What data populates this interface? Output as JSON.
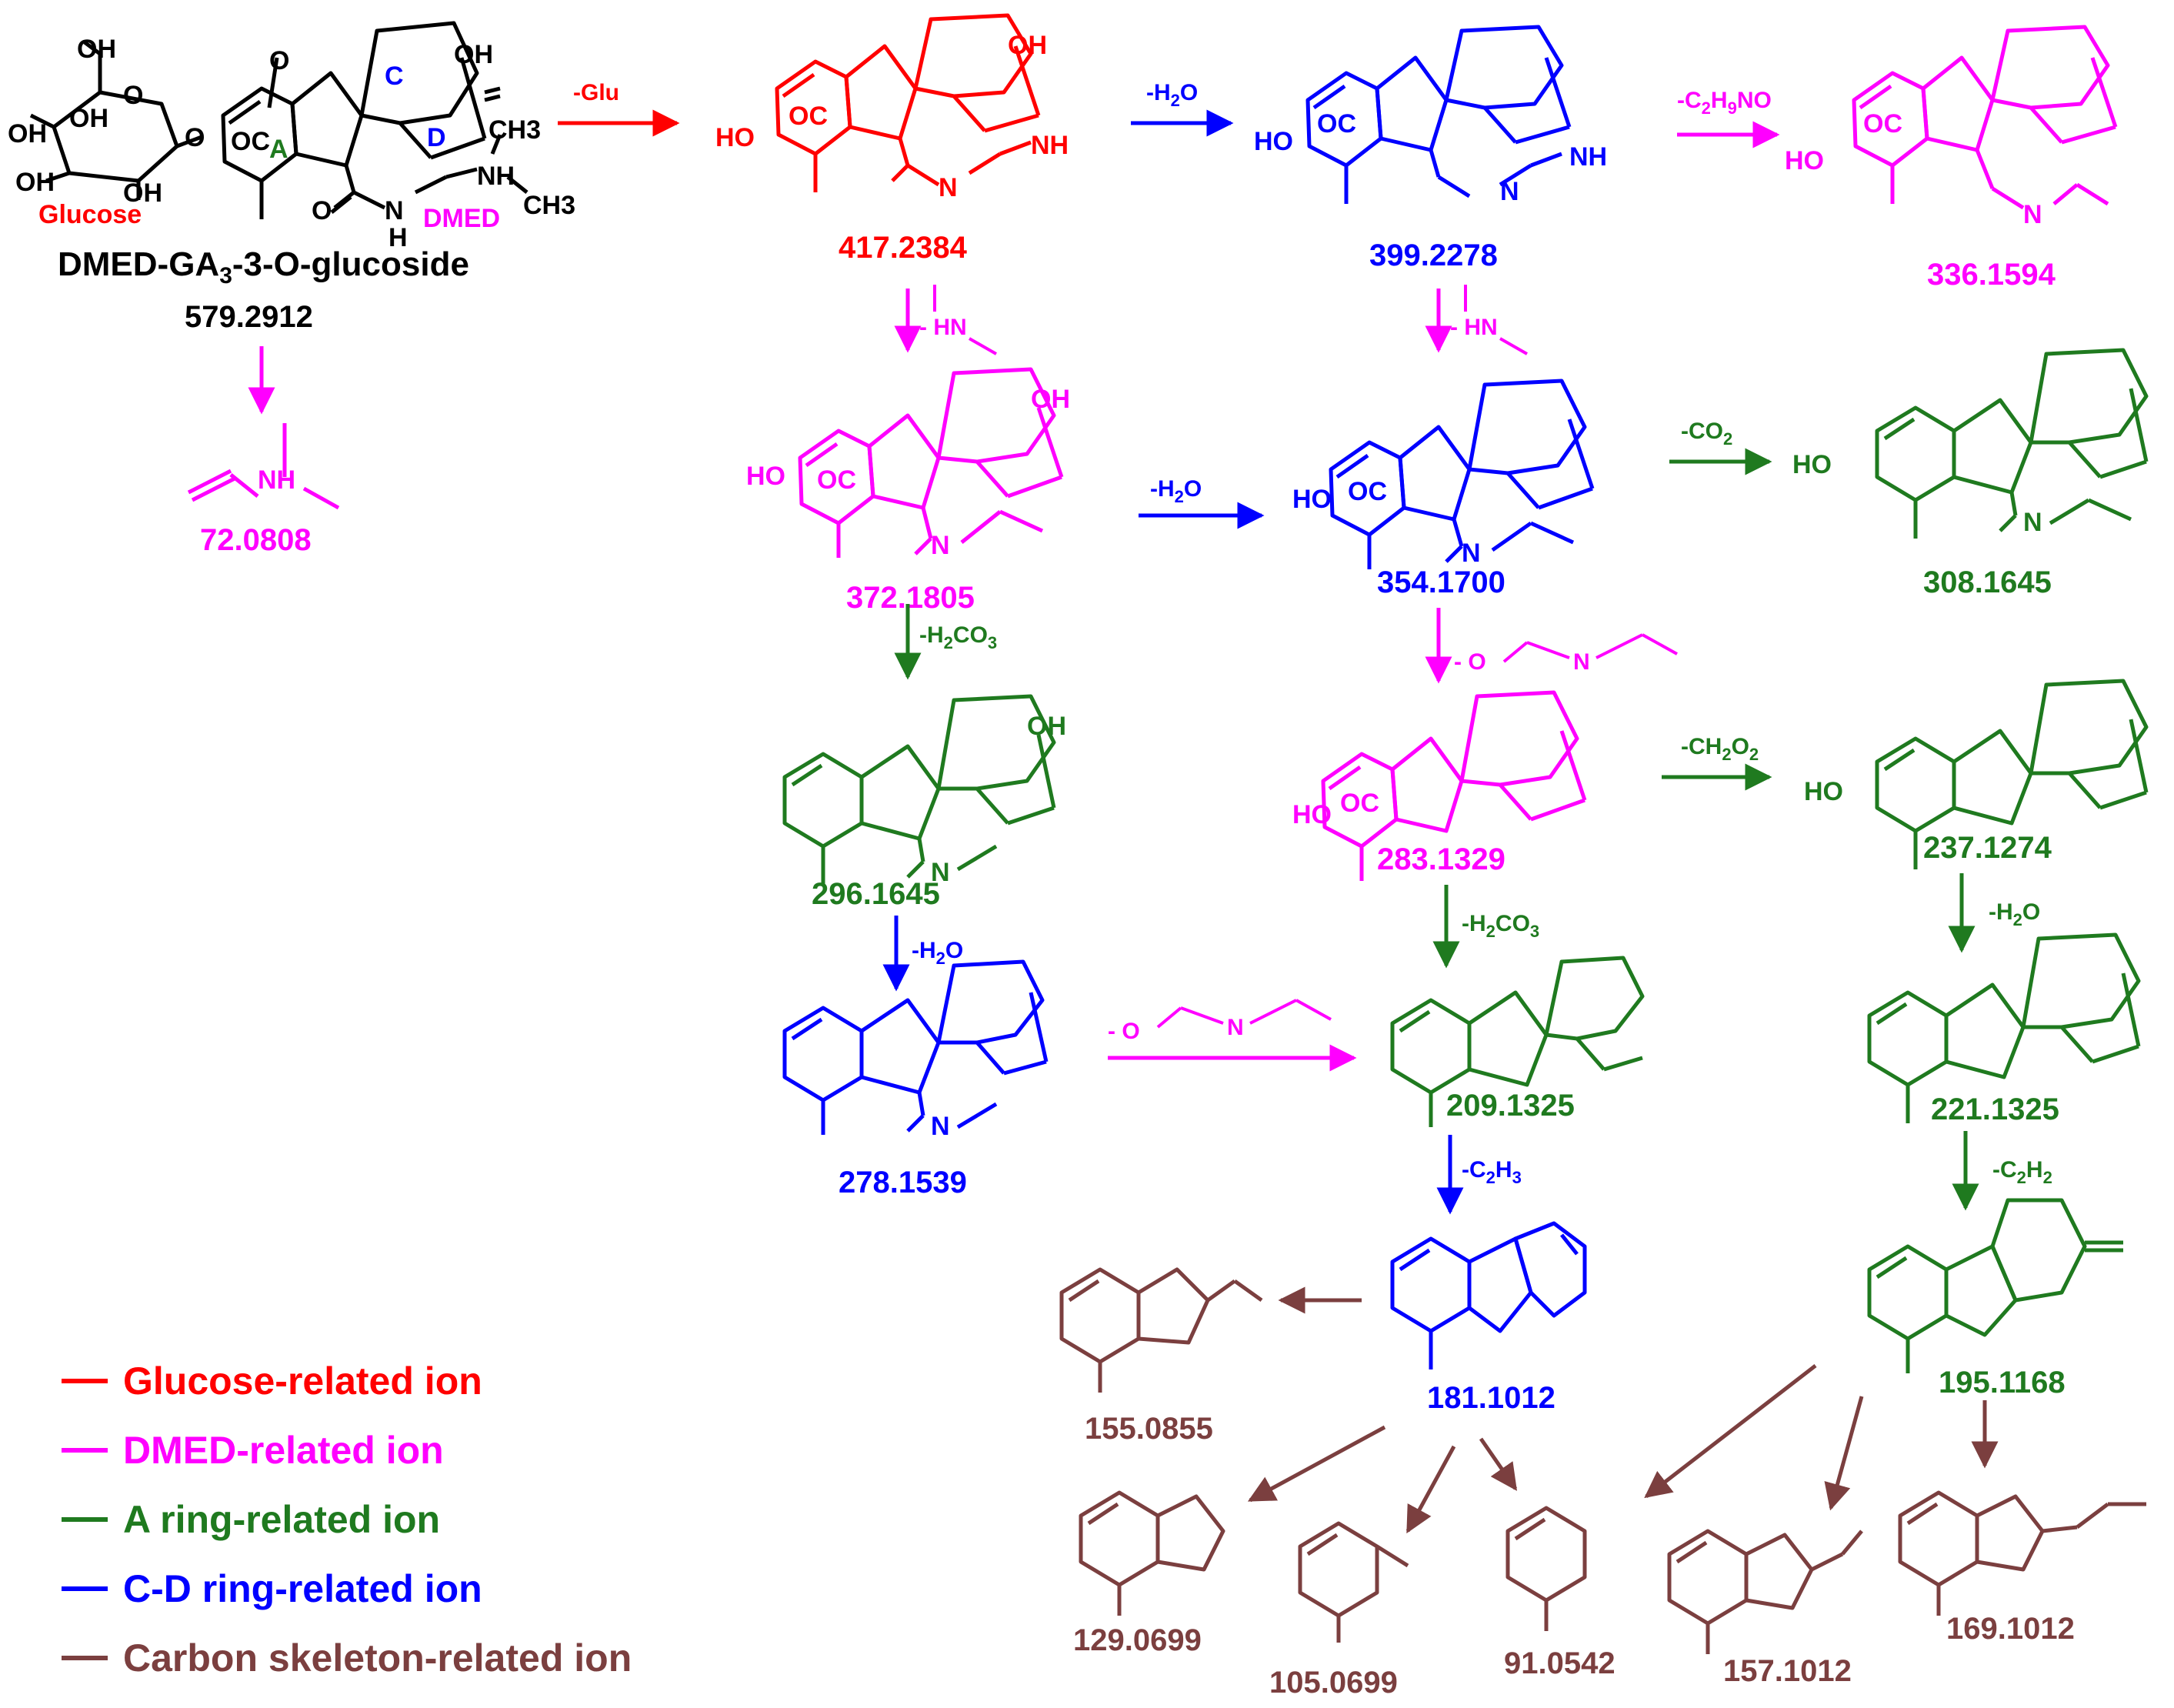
{
  "colors": {
    "glucose": "#ff0000",
    "dmed": "#ff00ff",
    "a_ring": "#1f7a1f",
    "cd_ring": "#0000ff",
    "skeleton": "#7b3f3f",
    "black": "#000000"
  },
  "parent": {
    "name": "DMED-GA3-3-O-glucoside",
    "mz": "579.2912",
    "ring_labels": [
      "A",
      "C",
      "D"
    ],
    "moiety_labels": {
      "glucose": "Glucose",
      "dmed": "DMED"
    },
    "atom_labels": [
      "OH",
      "OH",
      "OH",
      "OH",
      "OH",
      "O",
      "O",
      "OC",
      "N",
      "H",
      "NH",
      "CH3",
      "CH3",
      "O"
    ]
  },
  "ions": [
    {
      "id": "i417",
      "mz": "417.2384",
      "type": "glucose"
    },
    {
      "id": "i399",
      "mz": "399.2278",
      "type": "cd_ring"
    },
    {
      "id": "i336",
      "mz": "336.1594",
      "type": "dmed"
    },
    {
      "id": "i72",
      "mz": "72.0808",
      "type": "dmed"
    },
    {
      "id": "i372",
      "mz": "372.1805",
      "type": "dmed"
    },
    {
      "id": "i354",
      "mz": "354.1700",
      "type": "cd_ring"
    },
    {
      "id": "i308",
      "mz": "308.1645",
      "type": "a_ring"
    },
    {
      "id": "i296",
      "mz": "296.1645",
      "type": "a_ring"
    },
    {
      "id": "i283",
      "mz": "283.1329",
      "type": "dmed"
    },
    {
      "id": "i237",
      "mz": "237.1274",
      "type": "a_ring"
    },
    {
      "id": "i278",
      "mz": "278.1539",
      "type": "cd_ring"
    },
    {
      "id": "i209",
      "mz": "209.1325",
      "type": "a_ring"
    },
    {
      "id": "i221",
      "mz": "221.1325",
      "type": "a_ring"
    },
    {
      "id": "i181",
      "mz": "181.1012",
      "type": "cd_ring"
    },
    {
      "id": "i195",
      "mz": "195.1168",
      "type": "a_ring"
    },
    {
      "id": "i155",
      "mz": "155.0855",
      "type": "skeleton"
    },
    {
      "id": "i129",
      "mz": "129.0699",
      "type": "skeleton"
    },
    {
      "id": "i105",
      "mz": "105.0699",
      "type": "skeleton"
    },
    {
      "id": "i91",
      "mz": "91.0542",
      "type": "skeleton"
    },
    {
      "id": "i157",
      "mz": "157.1012",
      "type": "skeleton"
    },
    {
      "id": "i169",
      "mz": "169.1012",
      "type": "skeleton"
    }
  ],
  "steps": [
    {
      "id": "s_glu",
      "label": "-Glu",
      "type": "glucose"
    },
    {
      "id": "s_h2o_a",
      "label": "-H2O",
      "type": "cd_ring"
    },
    {
      "id": "s_c2h9no",
      "label": "-C2H9NO",
      "type": "dmed"
    },
    {
      "id": "s_nme_a",
      "label": "-",
      "type": "dmed"
    },
    {
      "id": "s_nme_b",
      "label": "-",
      "type": "dmed"
    },
    {
      "id": "s_h2o_b",
      "label": "-H2O",
      "type": "cd_ring"
    },
    {
      "id": "s_co2",
      "label": "-CO2",
      "type": "a_ring"
    },
    {
      "id": "s_h2co3_a",
      "label": "-H2CO3",
      "type": "a_ring"
    },
    {
      "id": "s_ch2o2",
      "label": "-CH2O2",
      "type": "a_ring"
    },
    {
      "id": "s_h2o_c",
      "label": "-H2O",
      "type": "cd_ring"
    },
    {
      "id": "s_h2co3_b",
      "label": "-H2CO3",
      "type": "a_ring"
    },
    {
      "id": "s_h2o_d",
      "label": "-H2O",
      "type": "a_ring"
    },
    {
      "id": "s_c2h3",
      "label": "-C2H3",
      "type": "cd_ring"
    },
    {
      "id": "s_c2h2",
      "label": "-C2H2",
      "type": "a_ring"
    },
    {
      "id": "s_imine_a",
      "label": "-",
      "type": "dmed"
    },
    {
      "id": "s_imine_b",
      "label": "-",
      "type": "dmed"
    }
  ],
  "legend": [
    {
      "label": "Glucose-related ion",
      "type": "glucose"
    },
    {
      "label": "DMED-related ion",
      "type": "dmed"
    },
    {
      "label": "A ring-related ion",
      "type": "a_ring"
    },
    {
      "label": "C-D ring-related ion",
      "type": "cd_ring"
    },
    {
      "label": "Carbon skeleton-related ion",
      "type": "skeleton"
    }
  ]
}
